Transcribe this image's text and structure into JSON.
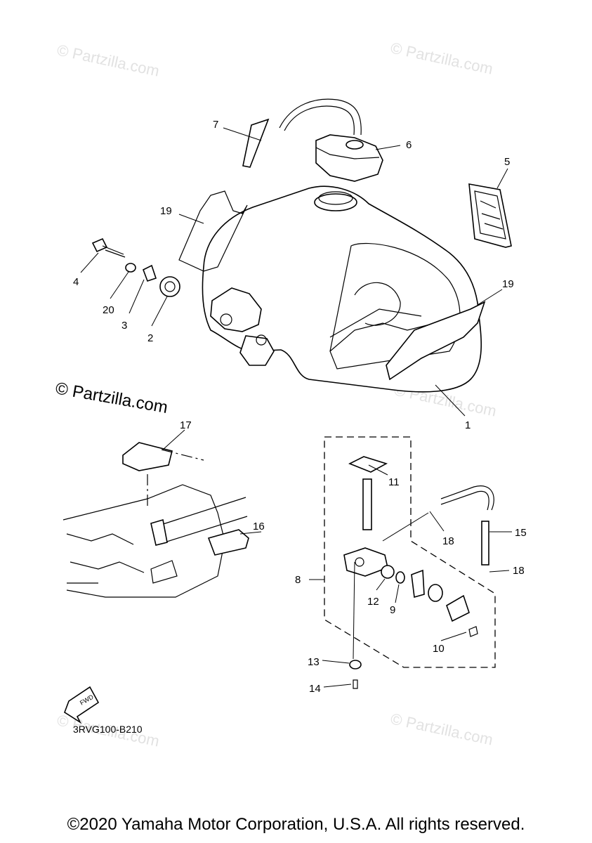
{
  "watermarks": {
    "light_text": "© Partzilla.com",
    "dark_text": "© Partzilla.com"
  },
  "callouts": {
    "c1": "1",
    "c2": "2",
    "c3": "3",
    "c4": "4",
    "c5": "5",
    "c6": "6",
    "c7": "7",
    "c8": "8",
    "c9": "9",
    "c10": "10",
    "c11": "11",
    "c12": "12",
    "c13": "13",
    "c14": "14",
    "c15": "15",
    "c16": "16",
    "c17": "17",
    "c18a": "18",
    "c18b": "18",
    "c19a": "19",
    "c19b": "19",
    "c20": "20"
  },
  "fwd_label": "FWD",
  "diagram_code": "3RVG100-B210",
  "copyright": "©2020 Yamaha Motor Corporation, U.S.A. All rights reserved."
}
